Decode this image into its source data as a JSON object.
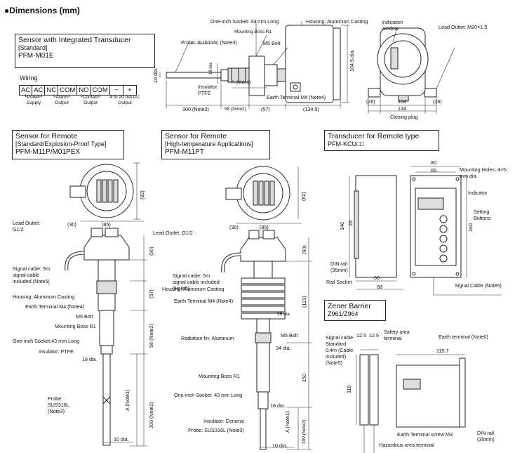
{
  "header": {
    "title": "●Dimensions (mm)"
  },
  "pfm_m01e": {
    "title": "Sensor with Integrated Transducer",
    "subtitle": "[Standard]",
    "model": "PFM-M01E",
    "wiring_label": "Wiring",
    "terminals": [
      "AC",
      "AC",
      "NC",
      "COM",
      "NO",
      "COM",
      "−",
      "+"
    ],
    "groups": [
      "└Power┘ Supply",
      "└Alarm┘ Output",
      "└Contact┘ Output",
      "4 to 20 mA DC Output"
    ],
    "labels": {
      "socket": "One-inch Socket: 43 mm Long",
      "housing": "Housing: Aluminum Casting",
      "boss": "Mounting Boss R1",
      "probe": "Probe: SUS316L (Note3)",
      "bolt": "M5 Bolt",
      "dia10": "10 dia.",
      "dia18": "18 dia.",
      "dia1045": "104.5 dia.",
      "a_note1": "A (Note1)",
      "insulator": "Insulator: PTFE",
      "earth": "Earth Terminal M4 (Note4)",
      "d300": "300 (Note2)",
      "d58": "58 (Note2)",
      "d57": "(57)",
      "d1345": "(134.5)"
    }
  },
  "front": {
    "indication": "Indication window",
    "lead": "Lead Outlet: M20×1.5",
    "d26a": "(26)",
    "d104": "104",
    "d134": "134",
    "d26b": "(26)",
    "plug": "Closing plug"
  },
  "remote_std": {
    "title": "Sensor for Remote",
    "subtitle": "[Standard/Explosion-Proof Type]",
    "model": "PFM-M11P/M01PEX",
    "labels": {
      "lead": "Lead Outlet: G1/2",
      "d30": "(30)",
      "d85": "(85)",
      "d82": "(82)",
      "d90": "(90)",
      "d57": "(57)",
      "d58": "58 (Note2)",
      "d300": "300 (Note2)",
      "a_note1": "A (Note1)",
      "cable": "Signal cable: 5m signal cable included (Note5)",
      "housing": "Housing: Aluminum Casting",
      "earth": "Earth Terminal M4 (Note4)",
      "bolt": "M5 Bolt",
      "boss": "Mounting Boss R1",
      "socket": "One-inch Socket:43 mm Long",
      "insulator": "Insulator: PTFE",
      "dia18": "18 dia.",
      "probe": "Probe: SUS316L (Note3)",
      "dia10": "10 dia."
    }
  },
  "remote_ht": {
    "title": "Sensor for Remote",
    "subtitle": "[High-temperature Applications]",
    "model": "PFM-M11PT",
    "labels": {
      "lead": "Lead Outlet: G1/2",
      "d30": "(30)",
      "d85": "(85)",
      "d82": "(82)",
      "d90": "(90)",
      "d121": "(121)",
      "d150": "150",
      "d38": "38 dia.",
      "d34": "34 dia.",
      "d18": "18 dia.",
      "d10": "10 dia.",
      "a_note1": "A (Note1)",
      "d300": "300 (Note2)",
      "cable": "Signal cable: 5m signal cable included (Note5)",
      "housing": "Housing: Aluminum Casting",
      "earth": "Earth Terminal M4 (Note4)",
      "fin": "Radiation fin: Aluminum",
      "bolt": "M5 Bolt",
      "boss": "Mounting Boss R1",
      "socket": "One-inch Socket: 43 mm Long",
      "insulator": "Insulator: Ceramic",
      "probe": "Probe: SUS316L (Note3)"
    }
  },
  "transducer": {
    "title": "Transducer for Remote type",
    "model": "PFM-KCU□□",
    "labels": {
      "d80": "80",
      "d66": "66",
      "holes": "Mounting Holes: 4×5-mm dia.",
      "indicator": "Indicator",
      "buttons": "Setting Buttons",
      "d146": "146",
      "d35": "35",
      "d160": "160",
      "din": "DIN rail (35mm)",
      "rail": "Rail Socket",
      "d60": "60",
      "d68": "68",
      "cable": "Signal Cable (Note5)"
    }
  },
  "zener": {
    "title": "Zener Barrier",
    "model": "Z961/Z964",
    "labels": {
      "d125a": "12.5",
      "d125b": "12.5",
      "safety": "Safety area terminal",
      "earth6": "Earth terminal (Note6)",
      "cable": "Signal cable Standard 0.4m (Cable included) (Note5)",
      "d1157": "115.7",
      "d115": "115",
      "earth_screw": "Earth Terminal screw:M3",
      "hazard": "Hazardous area terminal",
      "din": "DIN rail (35mm)"
    }
  }
}
